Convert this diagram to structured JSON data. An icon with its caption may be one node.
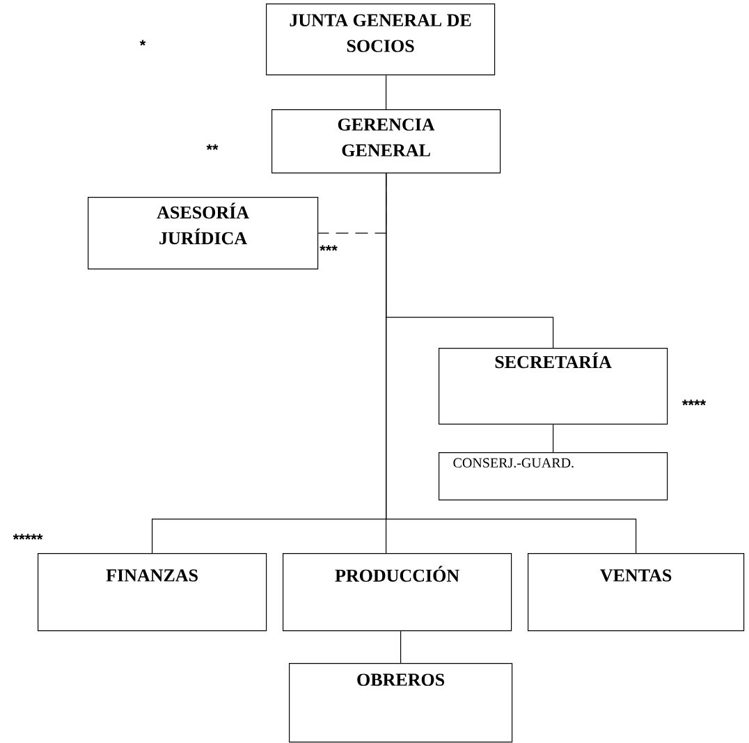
{
  "diagram": {
    "nodes": [
      {
        "text": [
          "JUNTA GENERAL DE SOCIOS"
        ]
      },
      {
        "text": [
          "GERENCIA GENERAL"
        ]
      },
      {
        "text": [
          "ASESORÍA JURÍDICA"
        ]
      },
      {
        "text": [
          "SECRETARÍA"
        ]
      },
      {
        "text": [
          "CONSERJ.-GUARD."
        ]
      },
      {
        "text": [
          "FINANZAS"
        ]
      },
      {
        "text": [
          "PRODUCCIÓN"
        ]
      },
      {
        "text": [
          "VENTAS"
        ]
      },
      {
        "text": [
          "OBREROS"
        ]
      }
    ],
    "edges": [
      {
        "from": 0,
        "to": 1,
        "arrow": "none"
      },
      {
        "from": 1,
        "to": 2,
        "arrow": "none",
        "style": "dashed"
      },
      {
        "from": 1,
        "to": 3,
        "arrow": "none"
      },
      {
        "from": 3,
        "to": 4,
        "arrow": "none"
      },
      {
        "from": 1,
        "to": 5,
        "arrow": "none"
      },
      {
        "from": 1,
        "to": 6,
        "arrow": "none"
      },
      {
        "from": 1,
        "to": 7,
        "arrow": "none"
      },
      {
        "from": 6,
        "to": 8,
        "arrow": "none"
      }
    ],
    "labels": [
      "*",
      "**",
      "***",
      "****",
      "*****"
    ]
  }
}
